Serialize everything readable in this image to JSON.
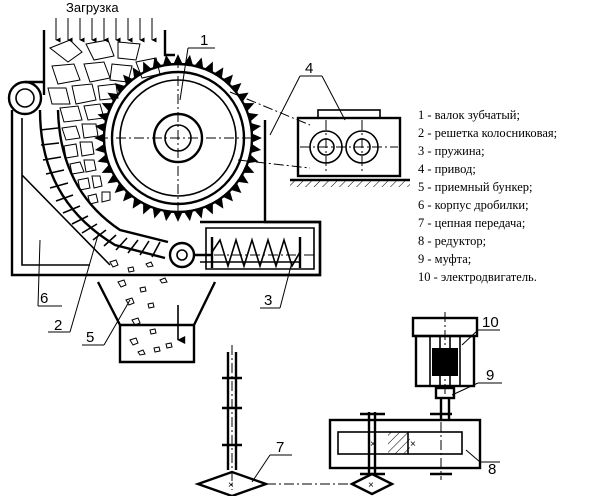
{
  "diagram": {
    "top_label": "Загрузка",
    "callouts": {
      "c1": "1",
      "c2": "2",
      "c3": "3",
      "c4": "4",
      "c5": "5",
      "c6": "6",
      "c7": "7",
      "c8": "8",
      "c9": "9",
      "c10": "10"
    },
    "legend": [
      "1 - валок зубчатый;",
      "2 - решетка колосниковая;",
      "3 - пружина;",
      "4 - привод;",
      "5 - приемный бункер;",
      "6 - корпус дробилки;",
      "7 - цепная передача;",
      "8 - редуктор;",
      "9 - муфта;",
      "10 - электродвигатель."
    ]
  }
}
